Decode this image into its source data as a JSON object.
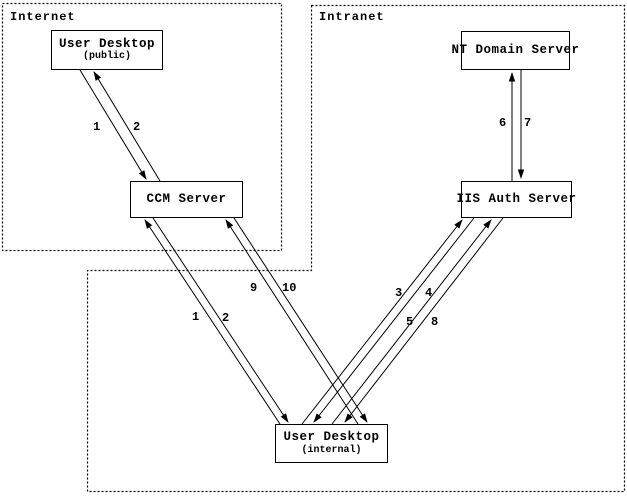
{
  "diagram": {
    "title_hint": "network-auth-flow-diagram",
    "colors": {
      "line": "#000000",
      "background": "#ffffff",
      "text": "#000000"
    },
    "zones": [
      {
        "id": "internet",
        "label": "Internet"
      },
      {
        "id": "intranet",
        "label": "Intranet"
      }
    ],
    "nodes": [
      {
        "id": "user-desktop-public",
        "title": "User Desktop",
        "subtitle": "(public)"
      },
      {
        "id": "ccm-server",
        "title": "CCM Server",
        "subtitle": ""
      },
      {
        "id": "nt-domain-server",
        "title": "NT Domain Server",
        "subtitle": ""
      },
      {
        "id": "iis-auth-server",
        "title": "IIS Auth Server",
        "subtitle": ""
      },
      {
        "id": "user-desktop-internal",
        "title": "User Desktop",
        "subtitle": "(internal)"
      }
    ],
    "edges": [
      {
        "label": "1",
        "from": "user-desktop-public",
        "to": "ccm-server"
      },
      {
        "label": "2",
        "from": "ccm-server",
        "to": "user-desktop-public"
      },
      {
        "label": "1",
        "from": "user-desktop-internal",
        "to": "ccm-server"
      },
      {
        "label": "2",
        "from": "ccm-server",
        "to": "user-desktop-internal"
      },
      {
        "label": "9",
        "from": "user-desktop-internal",
        "to": "ccm-server"
      },
      {
        "label": "10",
        "from": "ccm-server",
        "to": "user-desktop-internal"
      },
      {
        "label": "3",
        "from": "user-desktop-internal",
        "to": "iis-auth-server"
      },
      {
        "label": "4",
        "from": "iis-auth-server",
        "to": "user-desktop-internal"
      },
      {
        "label": "5",
        "from": "user-desktop-internal",
        "to": "iis-auth-server"
      },
      {
        "label": "8",
        "from": "iis-auth-server",
        "to": "user-desktop-internal"
      },
      {
        "label": "6",
        "from": "iis-auth-server",
        "to": "nt-domain-server"
      },
      {
        "label": "7",
        "from": "nt-domain-server",
        "to": "iis-auth-server"
      }
    ]
  }
}
